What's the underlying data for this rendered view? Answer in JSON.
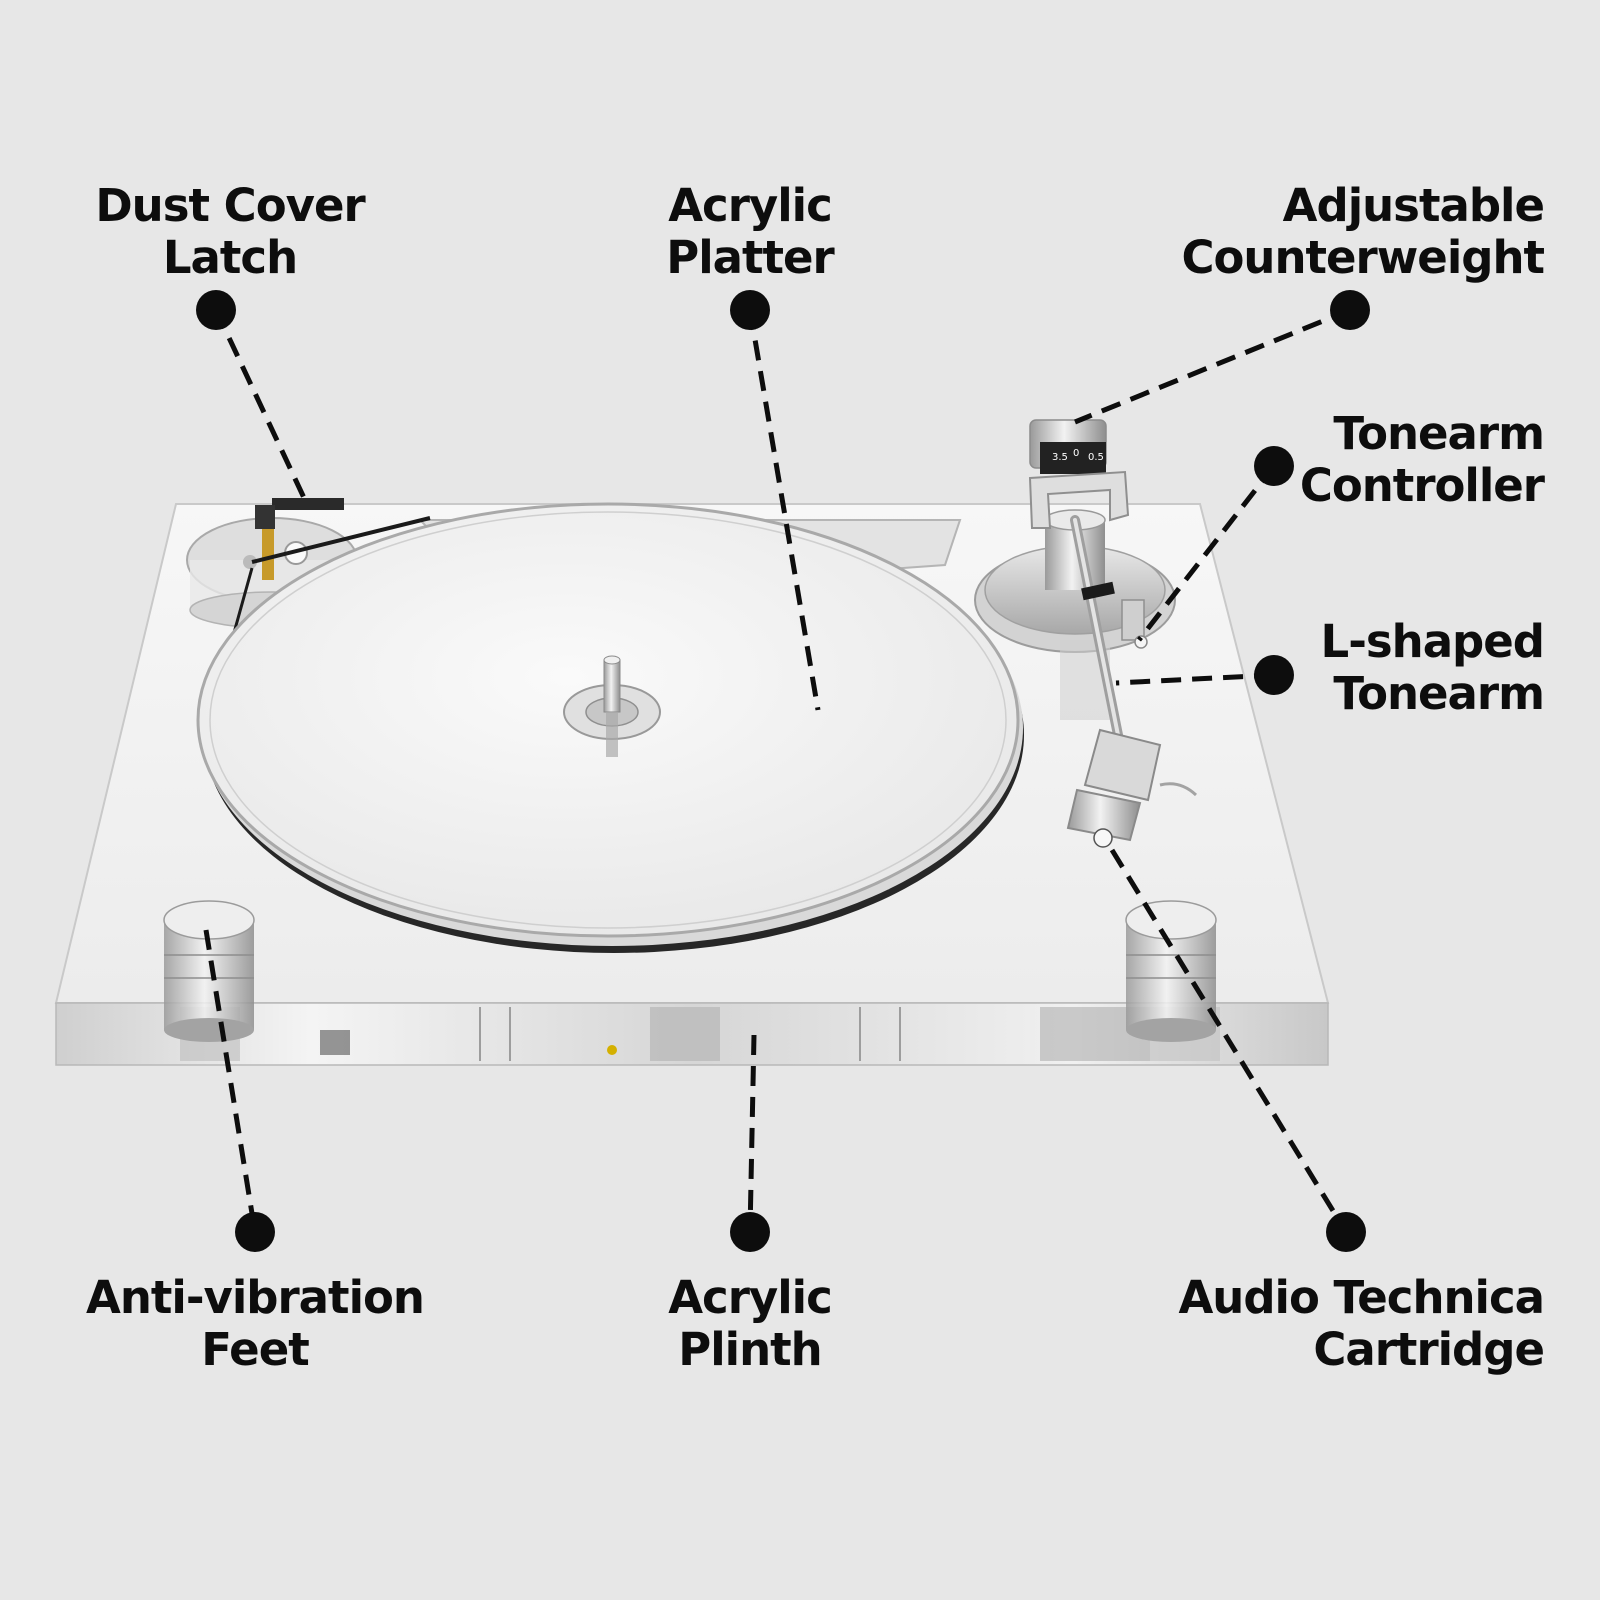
{
  "callouts": {
    "dust_cover_latch": {
      "line1": "Dust Cover",
      "line2": "Latch"
    },
    "acrylic_platter": {
      "line1": "Acrylic",
      "line2": "Platter"
    },
    "adjustable_counterweight": {
      "line1": "Adjustable",
      "line2": "Counterweight"
    },
    "tonearm_controller": {
      "line1": "Tonearm",
      "line2": "Controller"
    },
    "l_shaped_tonearm": {
      "line1": "L-shaped",
      "line2": "Tonearm"
    },
    "anti_vibration_feet": {
      "line1": "Anti-vibration",
      "line2": "Feet"
    },
    "acrylic_plinth": {
      "line1": "Acrylic",
      "line2": "Plinth"
    },
    "audio_technica_cartridge": {
      "line1": "Audio Technica",
      "line2": "Cartridge"
    }
  },
  "counterweight_dial": {
    "marks": [
      "3.5",
      "0",
      "0.5"
    ]
  },
  "colors": {
    "background": "#e7e7e7",
    "text": "#0d0d0d",
    "leader_line": "#0d0d0d",
    "acrylic": "#f2f2f2",
    "metal": "#c9c9c9",
    "belt": "#1a1a1a"
  }
}
